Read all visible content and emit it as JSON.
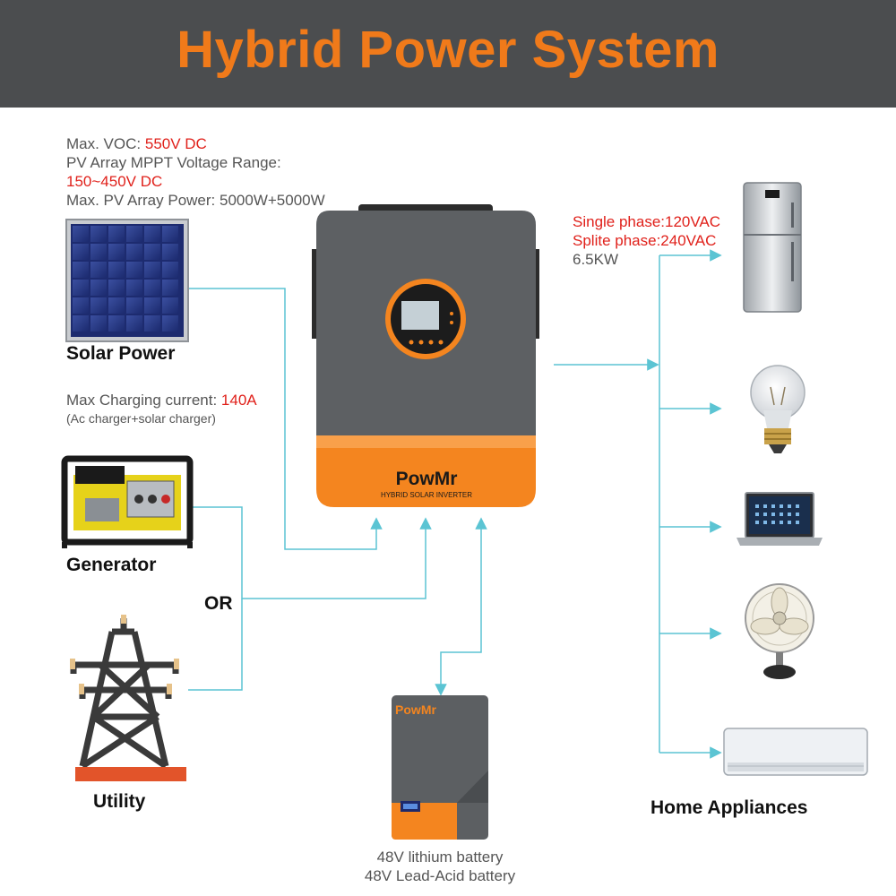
{
  "header": {
    "title": "Hybrid Power System"
  },
  "pv_specs": {
    "voc_label": "Max. VOC: ",
    "voc_value": "550V DC",
    "mppt_label": "PV Array MPPT Voltage Range:",
    "mppt_value": "150~450V DC",
    "power": "Max. PV Array Power: 5000W+5000W"
  },
  "charging": {
    "label": "Max Charging current: ",
    "value": "140A",
    "note": "(Ac charger+solar charger)"
  },
  "output": {
    "single_phase": "Single phase:120VAC",
    "split_phase": "Splite phase:240VAC",
    "power": "6.5KW"
  },
  "sources": {
    "solar": "Solar Power",
    "generator": "Generator",
    "or": "OR",
    "utility": "Utility"
  },
  "inverter": {
    "brand": "PowMr",
    "subtitle": "HYBRID SOLAR INVERTER"
  },
  "battery": {
    "brand": "PowMr",
    "line1": "48V lithium battery",
    "line2": "48V Lead-Acid battery"
  },
  "loads": {
    "label": "Home Appliances"
  },
  "colors": {
    "header_bg": "#4b4d4f",
    "accent_orange": "#f07a1a",
    "highlight_red": "#e0211b",
    "connector_cyan": "#5bc4d3"
  }
}
